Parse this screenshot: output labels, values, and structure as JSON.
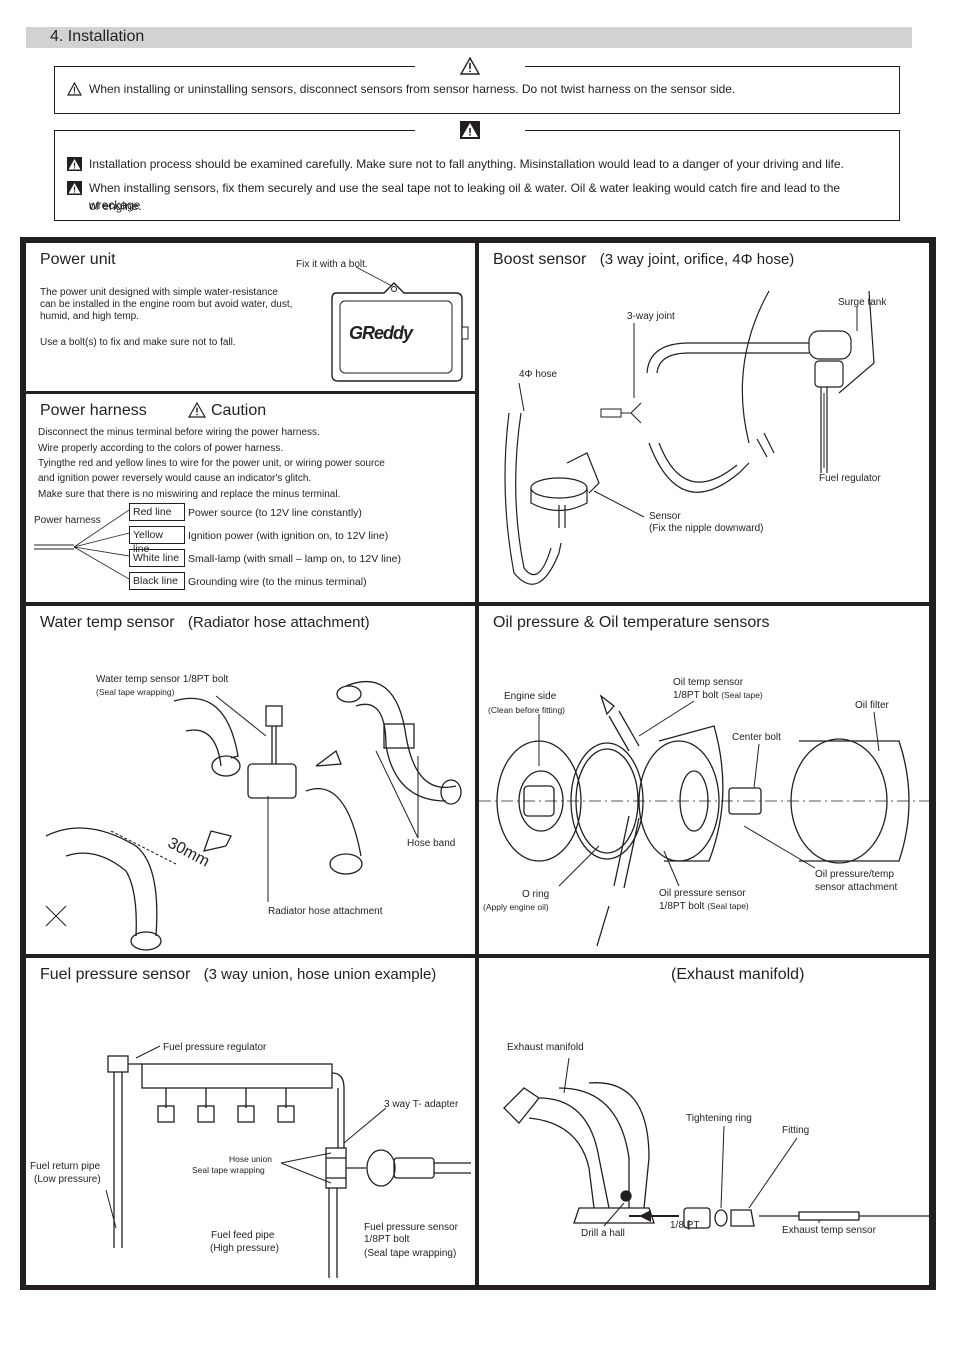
{
  "header": {
    "title": "4. Installation"
  },
  "warning_box_1": {
    "items": [
      "When installing or uninstalling sensors, disconnect sensors from sensor harness. Do not twist harness on the sensor side."
    ]
  },
  "warning_box_2": {
    "items": [
      "Installation process should be examined carefully. Make sure not to fall anything. Misinstallation would lead to a danger of your driving and life.",
      "When installing sensors, fix them securely and use the seal tape not to leaking oil & water. Oil & water leaking would catch fire and lead to the wreckage",
      "of engine."
    ]
  },
  "power_unit": {
    "title": "Power unit",
    "fix_label": "Fix it with a bolt.",
    "desc_1": "The power unit designed with simple water-resistance",
    "desc_2": "can be installed in the engine room but avoid water, dust,",
    "desc_3": "humid, and high temp.",
    "desc_4": "Use a bolt(s) to fix and make sure not to fall.",
    "logo": "GReddy"
  },
  "power_harness": {
    "title": "Power harness",
    "caution": "Caution",
    "lines": [
      "Disconnect the minus terminal before wiring the power harness.",
      "Wire properly according to the colors of power harness.",
      "Tyingthe red and yellow lines to wire for the power unit, or wiring power source",
      "and ignition power reversely would cause an indicator's glitch.",
      "Make sure that there is no miswiring and replace the minus terminal."
    ],
    "harness_label": "Power harness",
    "wires": [
      {
        "color": "Red line",
        "desc": "Power source (to 12V line constantly)"
      },
      {
        "color": "Yellow line",
        "desc": "Ignition power (with ignition on, to 12V line)"
      },
      {
        "color": "White line",
        "desc": "Small-lamp (with small – lamp on, to 12V line)"
      },
      {
        "color": "Black line",
        "desc": "Grounding wire (to the minus terminal)"
      }
    ]
  },
  "boost_sensor": {
    "title": "Boost sensor",
    "subtitle": "(3 way joint, orifice, 4Φ hose)",
    "labels": {
      "surge_tank": "Surge tank",
      "three_way": "3-way joint",
      "hose": "4Φ hose",
      "fuel_regulator": "Fuel regulator",
      "sensor": "Sensor",
      "sensor_note": "(Fix the nipple downward)"
    }
  },
  "water_temp": {
    "title": "Water temp sensor",
    "subtitle": "(Radiator hose attachment)",
    "labels": {
      "bolt": "Water temp sensor 1/8PT bolt",
      "bolt_note": "(Seal tape wrapping)",
      "hose_band": "Hose band",
      "attachment": "Radiator hose attachment",
      "dim": "30mm"
    }
  },
  "oil_sensors": {
    "title": "Oil pressure & Oil temperature sensors",
    "labels": {
      "engine_side": "Engine side",
      "engine_note": "(Clean before fitting)",
      "oil_temp": "Oil temp sensor",
      "oil_temp_bolt": "1/8PT bolt",
      "seal_tape": "(Seal tape)",
      "oil_filter": "Oil filter",
      "center_bolt": "Center bolt",
      "o_ring": "O ring",
      "o_ring_note": "(Apply engine oil)",
      "oil_pressure": "Oil pressure sensor",
      "oil_pressure_bolt": "1/8PT bolt",
      "attachment_1": "Oil pressure/temp",
      "attachment_2": "sensor attachment"
    }
  },
  "fuel_pressure": {
    "title": "Fuel pressure sensor",
    "subtitle": "(3 way union, hose union example)",
    "labels": {
      "regulator": "Fuel pressure regulator",
      "t_adapter": "3 way T- adapter",
      "return_1": "Fuel return pipe",
      "return_2": "(Low pressure)",
      "hose_union": "Hose union",
      "seal_wrap": "Seal tape wrapping",
      "feed_1": "Fuel feed pipe",
      "feed_2": "(High pressure)",
      "sensor_1": "Fuel pressure sensor",
      "sensor_2": "1/8PT bolt",
      "sensor_3": "(Seal tape wrapping)"
    }
  },
  "exhaust": {
    "title": "(Exhaust manifold)",
    "labels": {
      "manifold": "Exhaust manifold",
      "ring": "Tightening ring",
      "fitting": "Fitting",
      "drill": "Drill a hall",
      "pt": "1/8 PT",
      "sensor": "Exhaust temp sensor"
    }
  }
}
